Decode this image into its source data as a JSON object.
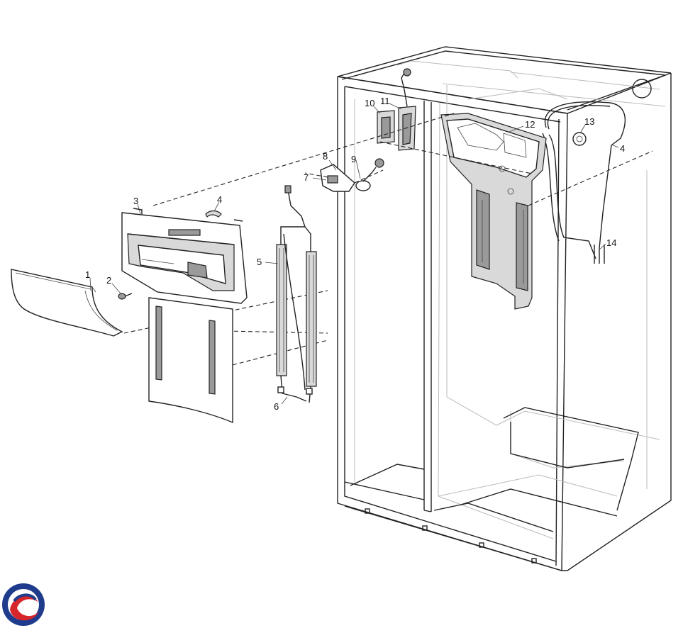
{
  "diagram": {
    "callouts": [
      {
        "id": "1",
        "text": "1"
      },
      {
        "id": "2",
        "text": "2"
      },
      {
        "id": "3",
        "text": "3"
      },
      {
        "id": "4a",
        "text": "4"
      },
      {
        "id": "4b",
        "text": "4"
      },
      {
        "id": "5",
        "text": "5"
      },
      {
        "id": "6",
        "text": "6"
      },
      {
        "id": "7",
        "text": "7"
      },
      {
        "id": "8",
        "text": "8"
      },
      {
        "id": "9",
        "text": "9"
      },
      {
        "id": "10",
        "text": "10"
      },
      {
        "id": "11",
        "text": "11"
      },
      {
        "id": "12",
        "text": "12"
      },
      {
        "id": "13",
        "text": "13"
      },
      {
        "id": "14",
        "text": "14"
      }
    ],
    "logo_colors": {
      "outer": "#1f3b8c",
      "inner": "#d7262b"
    }
  }
}
